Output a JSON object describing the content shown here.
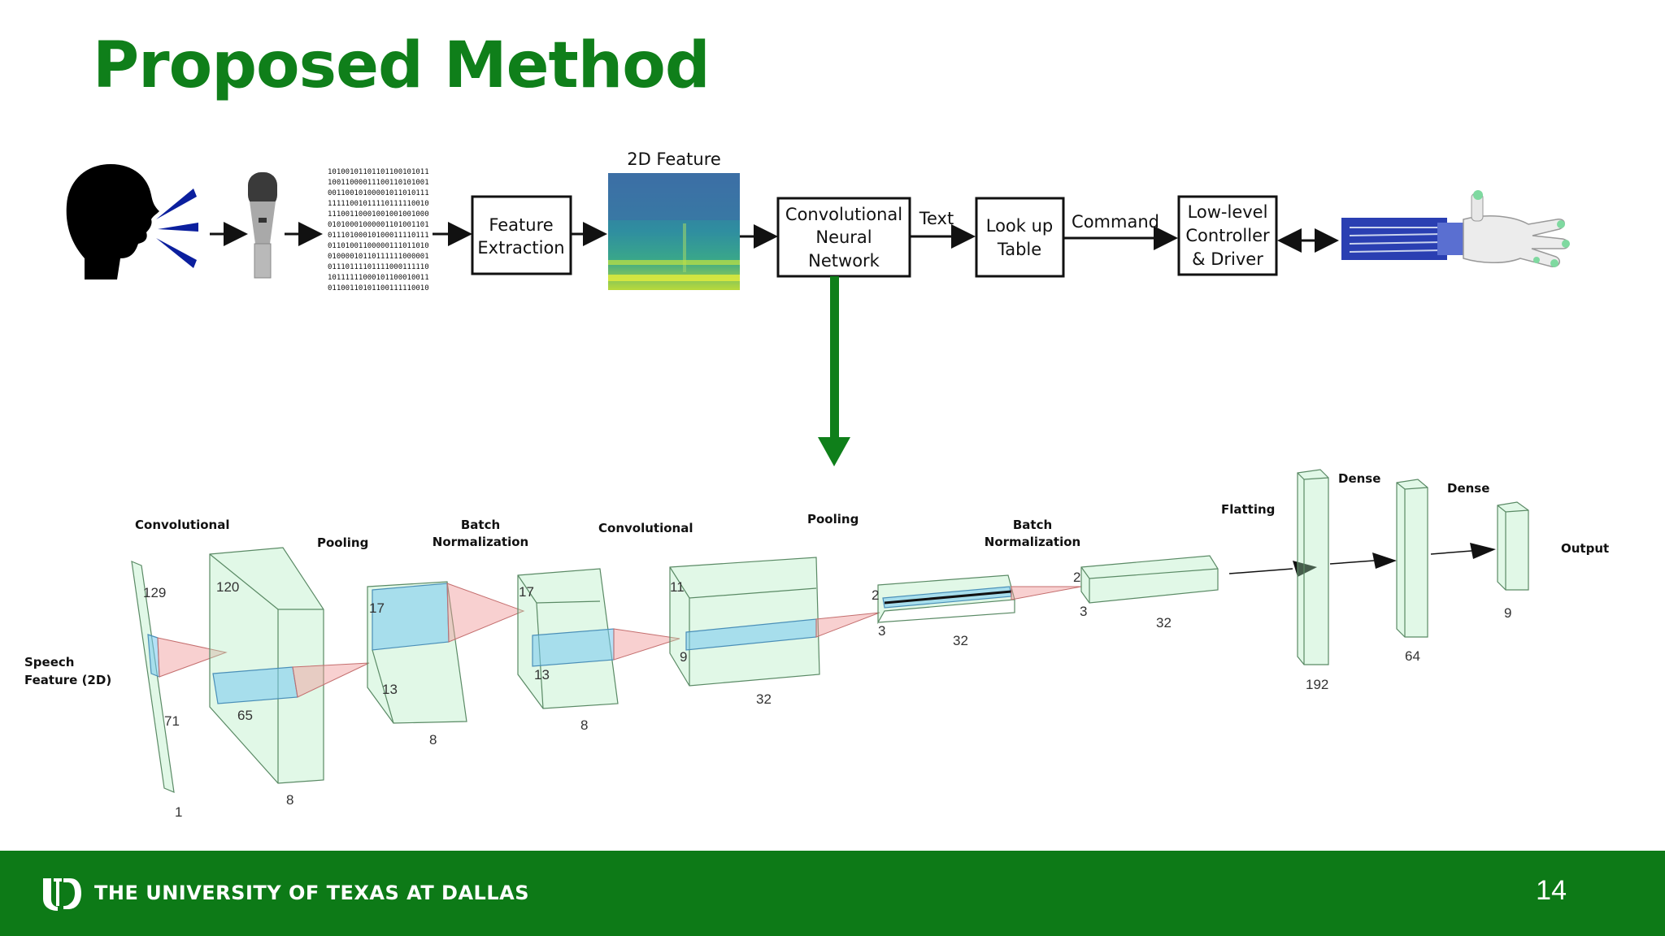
{
  "slide": {
    "title": "Proposed Method",
    "page_number": "14"
  },
  "pipeline": {
    "binary_lines": [
      "10100101101101100101011",
      "10011000011100110101001",
      "00110010100001011010111",
      "11111001011110111110010",
      "11100110001001001001000",
      "01010001000001101001101",
      "01110100010100011110111",
      "01101001100000111011010",
      "01000010110111111000001",
      "01110111101111000111110",
      "10111111000101100010011",
      "01100110101100111110010"
    ],
    "feature_extraction": [
      "Feature",
      "Extraction"
    ],
    "feature_2d_label": "2D Feature",
    "cnn": [
      "Convolutional",
      "Neural",
      "Network"
    ],
    "text_label": "Text",
    "lookup": [
      "Look up",
      "Table"
    ],
    "command_label": "Command",
    "controller": [
      "Low-level",
      "Controller",
      "& Driver"
    ]
  },
  "network": {
    "input_label": [
      "Speech",
      "Feature (2D)"
    ],
    "layer_labels": {
      "conv1": "Convolutional",
      "pool1": "Pooling",
      "bn1": [
        "Batch",
        "Normalization"
      ],
      "conv2": "Convolutional",
      "pool2": "Pooling",
      "bn2": [
        "Batch",
        "Normalization"
      ],
      "flatten": "Flatting",
      "dense1": "Dense",
      "dense2": "Dense",
      "output": "Output"
    },
    "dims": {
      "input": [
        "129",
        "71",
        "1"
      ],
      "conv1": [
        "120",
        "65",
        "8"
      ],
      "pool1": [
        "17",
        "13",
        "8"
      ],
      "bn1": [
        "17",
        "13",
        "8"
      ],
      "conv2": [
        "11",
        "9",
        "32"
      ],
      "pool2": [
        "2",
        "3",
        "32"
      ],
      "bn2": [
        "2",
        "3",
        "32"
      ],
      "dense1": "192",
      "dense2": "64",
      "output": "9"
    }
  },
  "footer": {
    "logo_text": "UTD",
    "university": "THE UNIVERSITY OF TEXAS AT DALLAS"
  },
  "colors": {
    "brand_green": "#0d7a17",
    "title_green": "#0f7f1a"
  }
}
